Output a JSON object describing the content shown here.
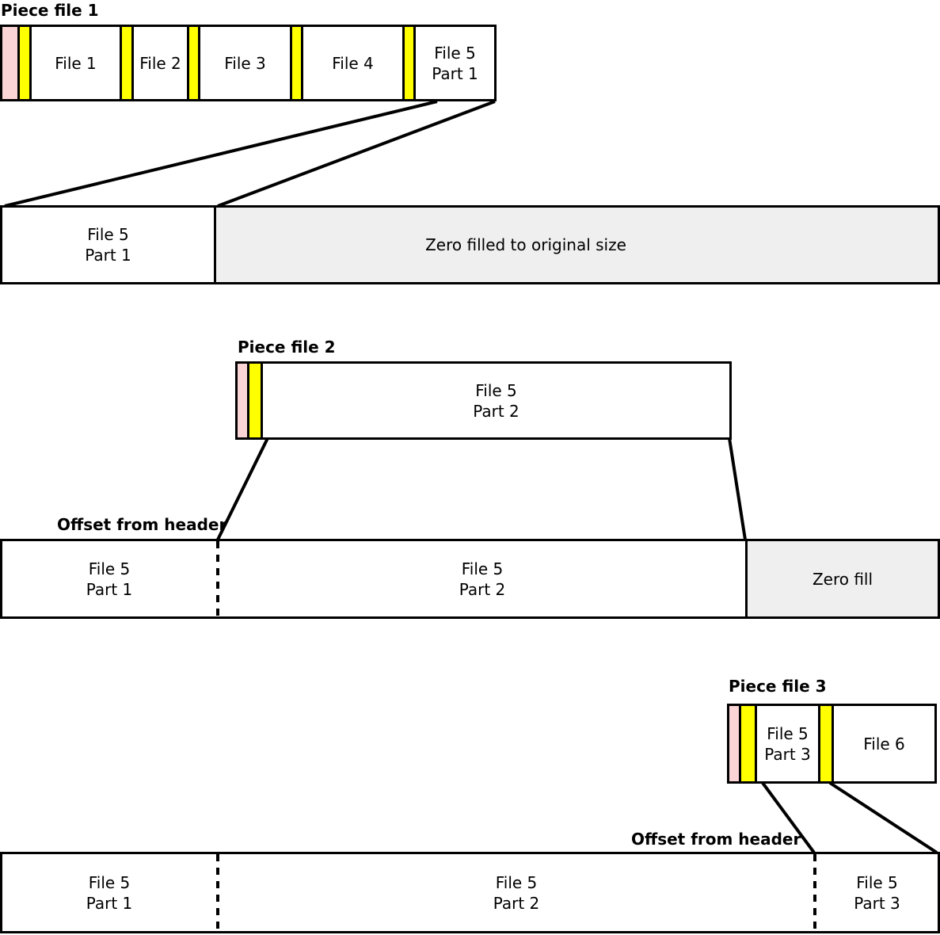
{
  "titles": {
    "piece_file_1": "Piece file 1",
    "piece_file_2": "Piece file 2",
    "piece_file_3": "Piece file 3",
    "offset_from_header_mid": "Offset from header",
    "offset_from_header_bottom": "Offset from header"
  },
  "colors": {
    "header": "#fbd5d5",
    "separator": "#ffff00",
    "zero_fill": "#efefef",
    "outline": "#000000"
  },
  "piece_file_1": {
    "file1": "File 1",
    "file2": "File 2",
    "file3": "File 3",
    "file4": "File 4",
    "file5_part1_line1": "File 5",
    "file5_part1_line2": "Part 1"
  },
  "reassembled_file_1": {
    "file5_part1_line1": "File 5",
    "file5_part1_line2": "Part 1",
    "zero_fill_label": "Zero filled to original size"
  },
  "piece_file_2": {
    "file5_part2_line1": "File 5",
    "file5_part2_line2": "Part 2"
  },
  "reassembled_file_2": {
    "file5_part1_line1": "File 5",
    "file5_part1_line2": "Part 1",
    "file5_part2_line1": "File 5",
    "file5_part2_line2": "Part 2",
    "zero_fill_label": "Zero fill"
  },
  "piece_file_3": {
    "file5_part3_line1": "File 5",
    "file5_part3_line2": "Part 3",
    "file6": "File 6"
  },
  "reassembled_file_3": {
    "file5_part1_line1": "File 5",
    "file5_part1_line2": "Part 1",
    "file5_part2_line1": "File 5",
    "file5_part2_line2": "Part 2",
    "file5_part3_line1": "File 5",
    "file5_part3_line2": "Part 3"
  }
}
